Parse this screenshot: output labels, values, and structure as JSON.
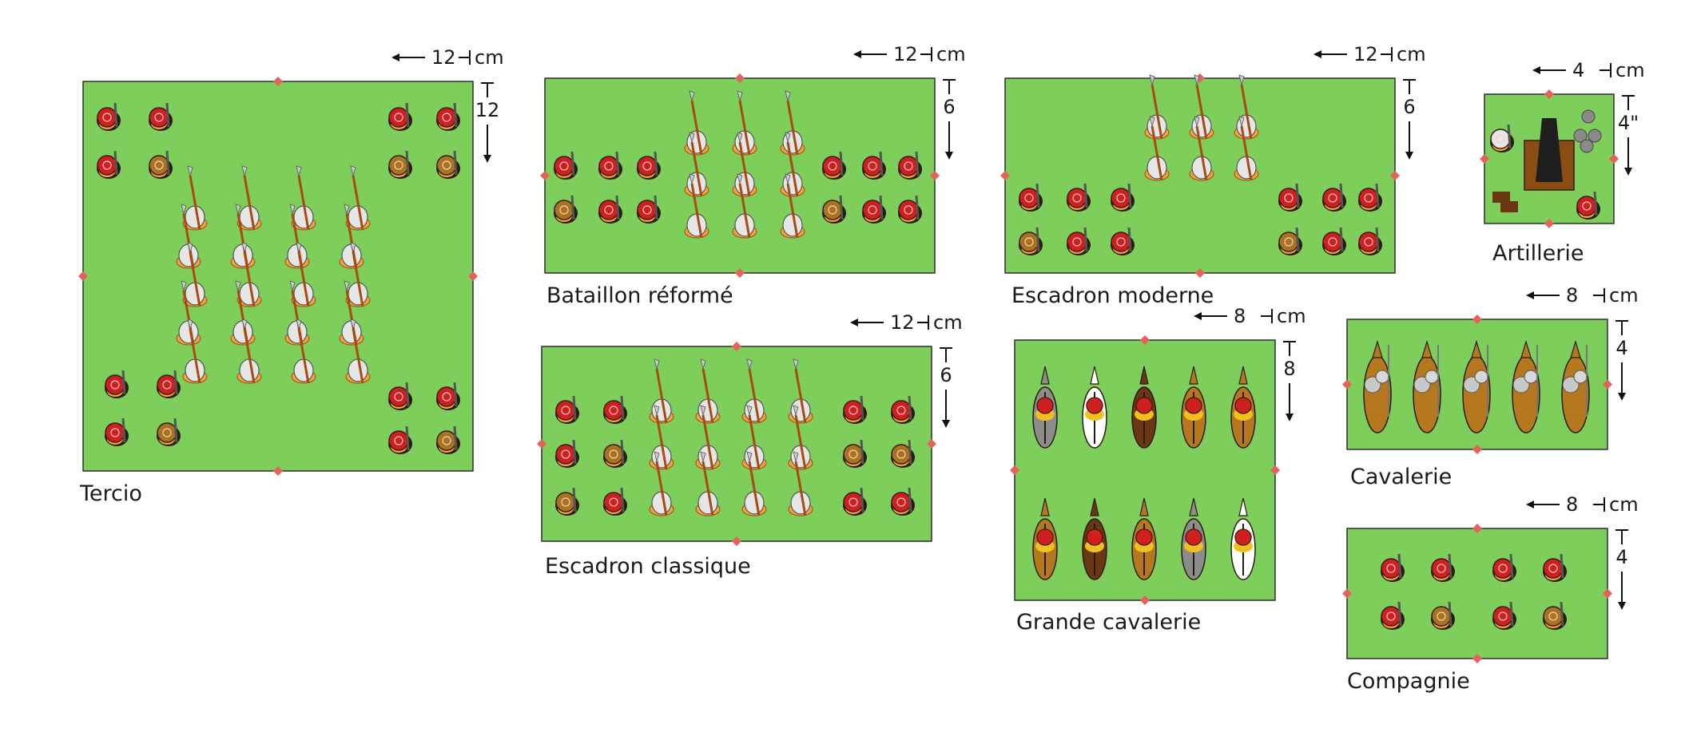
{
  "colors": {
    "field": "#7dce5a",
    "field_border": "#2f2f2f",
    "marker": "#e8605a",
    "helmet_red": "#d01f1f",
    "helmet_brown": "#a8741e",
    "armor": "#f2a23a",
    "pike": "#a64b13",
    "horse_brown": "#b5781f",
    "horse_dark": "#6b3612",
    "horse_grey": "#8c8c8c",
    "horse_white": "#ffffff"
  },
  "units": [
    {
      "id": "tercio",
      "label": "Tercio",
      "width": "12",
      "depth": "12",
      "unit": "cm"
    },
    {
      "id": "bataillon",
      "label": "Bataillon réformé",
      "width": "12",
      "depth": "6",
      "unit": "cm"
    },
    {
      "id": "escadron-moderne",
      "label": "Escadron moderne",
      "width": "12",
      "depth": "6",
      "unit": "cm"
    },
    {
      "id": "artillerie",
      "label": "Artillerie",
      "width": "4",
      "depth": "4\"",
      "unit": "cm"
    },
    {
      "id": "escadron-classique",
      "label": "Escadron classique",
      "width": "12",
      "depth": "6",
      "unit": "cm"
    },
    {
      "id": "grande-cavalerie",
      "label": "Grande cavalerie",
      "width": "8",
      "depth": "8",
      "unit": "cm"
    },
    {
      "id": "cavalerie",
      "label": "Cavalerie",
      "width": "8",
      "depth": "4",
      "unit": "cm"
    },
    {
      "id": "compagnie",
      "label": "Compagnie",
      "width": "8",
      "depth": "4",
      "unit": "cm"
    }
  ]
}
